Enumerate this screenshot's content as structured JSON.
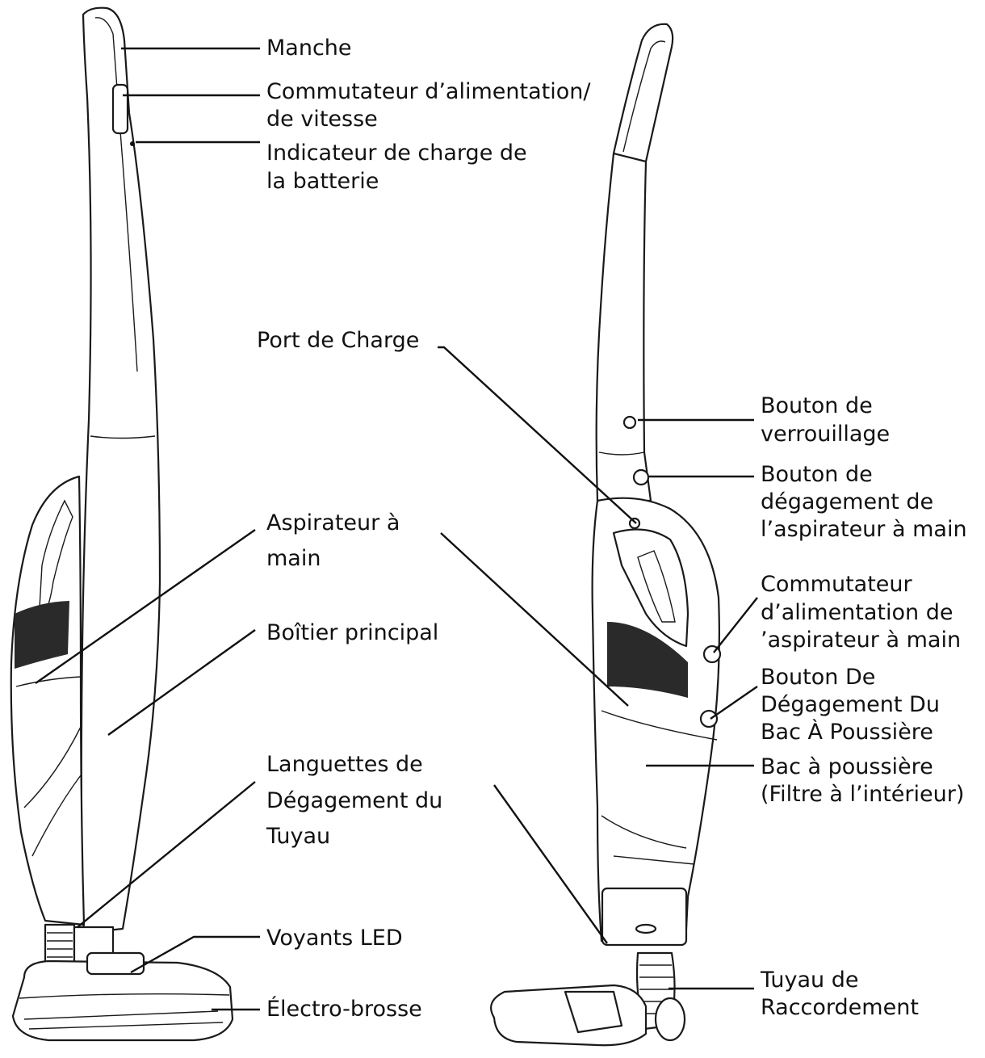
{
  "labels": {
    "handle": [
      "Manche"
    ],
    "power_speed_switch": [
      "Commutateur d’alimentation/",
      "de vitesse"
    ],
    "battery_indicator": [
      "Indicateur de charge de",
      "la batterie"
    ],
    "charge_port": [
      "Port de Charge"
    ],
    "handheld_vacuum": [
      "Aspirateur à",
      "main"
    ],
    "main_body": [
      "Boîtier principal"
    ],
    "hose_release_tabs": [
      "Languettes de",
      "Dégagement du",
      "Tuyau"
    ],
    "led_indicators": [
      "Voyants LED"
    ],
    "electro_brush": [
      "Électro-brosse"
    ],
    "lock_button": [
      "Bouton de",
      "verrouillage"
    ],
    "handheld_release_button": [
      "Bouton de",
      "dégagement de",
      "l’aspirateur à main"
    ],
    "handheld_power_switch": [
      "Commutateur",
      "d’alimentation de",
      "’aspirateur à main"
    ],
    "dust_bin_release_button": [
      "Bouton De",
      "Dégagement Du",
      "Bac À Poussière"
    ],
    "dust_bin": [
      "Bac à poussière",
      "(Filtre à l’intérieur)"
    ],
    "connection_hose": [
      "Tuyau de",
      "Raccordement"
    ]
  }
}
